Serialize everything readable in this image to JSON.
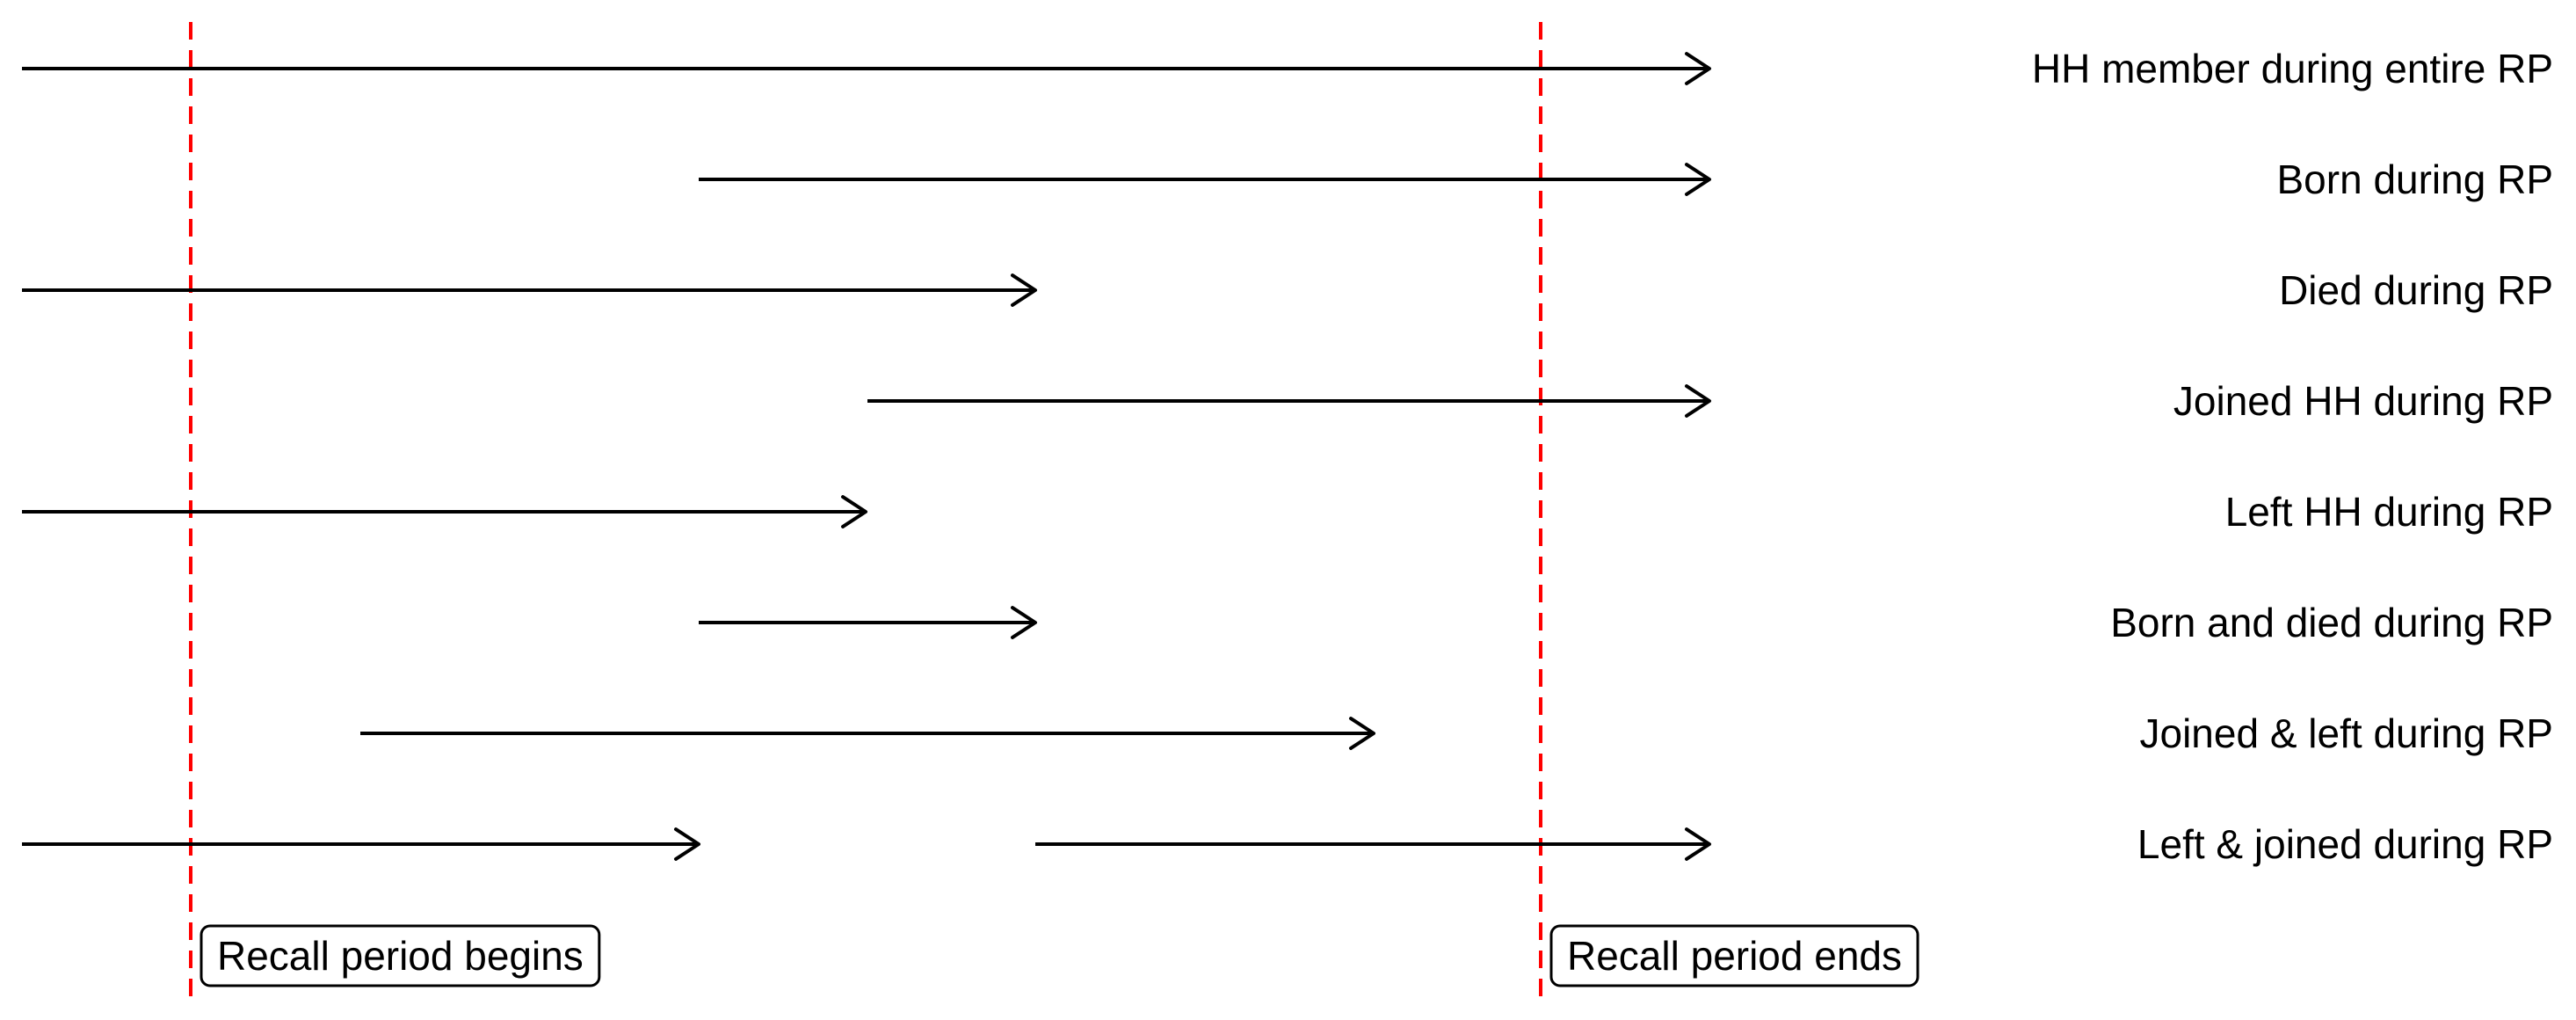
{
  "boundaries": [
    {
      "id": "begin",
      "label": "Recall period begins",
      "color": "#ff0000"
    },
    {
      "id": "end",
      "label": "Recall period ends",
      "color": "#ff0000"
    }
  ],
  "rows": [
    {
      "label": "HH member during entire RP",
      "segments": [
        {
          "from": "before",
          "to": "after"
        }
      ]
    },
    {
      "label": "Born during RP",
      "segments": [
        {
          "from": "born",
          "to": "after"
        }
      ]
    },
    {
      "label": "Died during RP",
      "segments": [
        {
          "from": "before",
          "to": "died"
        }
      ]
    },
    {
      "label": "Joined HH during RP",
      "segments": [
        {
          "from": "joined",
          "to": "after"
        }
      ]
    },
    {
      "label": "Left HH during RP",
      "segments": [
        {
          "from": "before",
          "to": "left"
        }
      ]
    },
    {
      "label": "Born and died during RP",
      "segments": [
        {
          "from": "born",
          "to": "died"
        }
      ]
    },
    {
      "label": "Joined & left during RP",
      "segments": [
        {
          "from": "joined_early",
          "to": "left_late"
        }
      ]
    },
    {
      "label": "Left & joined during RP",
      "segments": [
        {
          "from": "before",
          "to": "left_early"
        },
        {
          "from": "rejoined",
          "to": "after"
        }
      ]
    }
  ]
}
